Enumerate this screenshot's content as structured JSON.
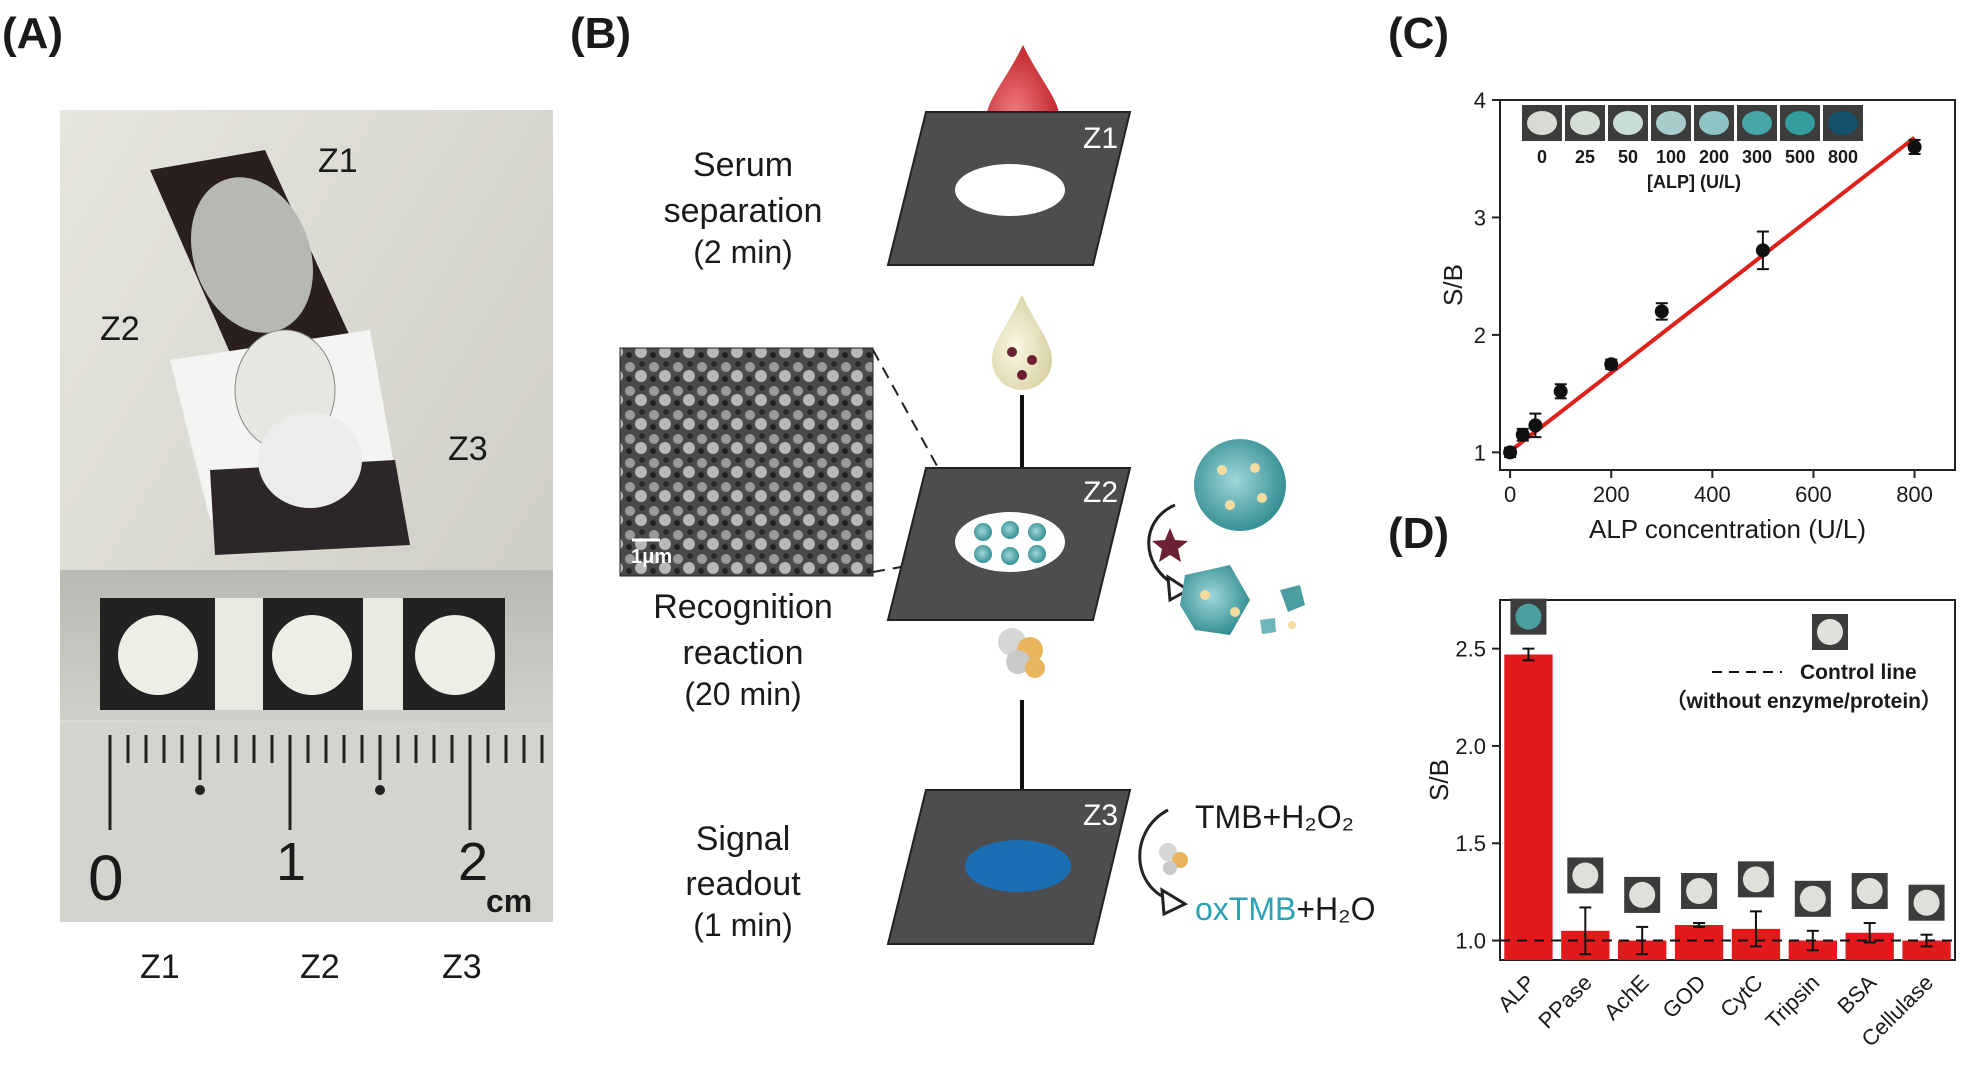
{
  "panels": {
    "a": {
      "label": "(A)",
      "photo_zone_labels": [
        "Z1",
        "Z2",
        "Z3"
      ],
      "ruler_numbers": [
        "0",
        "1",
        "2"
      ],
      "ruler_unit": "cm",
      "bottom_labels": [
        "Z1",
        "Z2",
        "Z3"
      ]
    },
    "b": {
      "label": "(B)",
      "steps": [
        {
          "line1": "Serum",
          "line2": "separation",
          "time": "(2 min)",
          "zone": "Z1"
        },
        {
          "line1": "Recognition",
          "line2": "reaction",
          "time": "(20 min)",
          "zone": "Z2"
        },
        {
          "line1": "Signal",
          "line2": "readout",
          "time": "(1 min)",
          "zone": "Z3"
        }
      ],
      "scale_bar": "1μm",
      "reagent_top": "TMB+H₂O₂",
      "product_colored": "oxTMB",
      "product_rest": "+H₂O",
      "product_color": "#2aa1b5"
    },
    "c": {
      "label": "(C)"
    },
    "d": {
      "label": "(D)"
    }
  },
  "chart_data": [
    {
      "type": "scatter",
      "panel": "C",
      "xlabel": "ALP concentration (U/L)",
      "ylabel": "S/B",
      "xlim": [
        -20,
        880
      ],
      "ylim": [
        0.85,
        4
      ],
      "xticks": [
        0,
        200,
        400,
        600,
        800
      ],
      "yticks": [
        1,
        2,
        3,
        4
      ],
      "x": [
        0,
        25,
        50,
        100,
        200,
        300,
        500,
        800
      ],
      "y": [
        1.0,
        1.15,
        1.23,
        1.52,
        1.75,
        2.2,
        2.72,
        3.6
      ],
      "error": [
        0.04,
        0.05,
        0.1,
        0.06,
        0.04,
        0.07,
        0.16,
        0.06
      ],
      "fit_line": {
        "x": [
          0,
          800
        ],
        "y": [
          1.01,
          3.68
        ],
        "color": "#e0201b"
      },
      "marker_color": "#111111",
      "inset_xlabel": "[ALP] (U/L)",
      "inset_labels": [
        "0",
        "25",
        "50",
        "100",
        "200",
        "300",
        "500",
        "800"
      ],
      "inset_colors": [
        "#d8dad4",
        "#d6dfd6",
        "#c9dcd8",
        "#a8cccc",
        "#8ec3c4",
        "#46a5a7",
        "#359c9e",
        "#15516a"
      ]
    },
    {
      "type": "bar",
      "panel": "D",
      "ylabel": "S/B",
      "categories": [
        "ALP",
        "PPase",
        "AchE",
        "GOD",
        "CytC",
        "Tripsin",
        "BSA",
        "Cellulase"
      ],
      "values": [
        2.47,
        1.05,
        1.0,
        1.08,
        1.06,
        1.0,
        1.04,
        1.0
      ],
      "error": [
        0.03,
        0.12,
        0.07,
        0.01,
        0.09,
        0.05,
        0.05,
        0.03
      ],
      "ylim": [
        0.9,
        2.75
      ],
      "yticks": [
        "1.0",
        "1.5",
        "2.0",
        "2.5"
      ],
      "bar_color": "#e31a1c",
      "control_value": 1.0,
      "legend_line1": "Control line",
      "legend_line2": "（without enzyme/protein）",
      "well_colors": [
        "#4b9ea0",
        "#dfe0da",
        "#dfe0da",
        "#dfe0da",
        "#dfe0da",
        "#dfe0da",
        "#dfe0da",
        "#dfe0da"
      ],
      "legend_well_color": "#dfe0da"
    }
  ]
}
